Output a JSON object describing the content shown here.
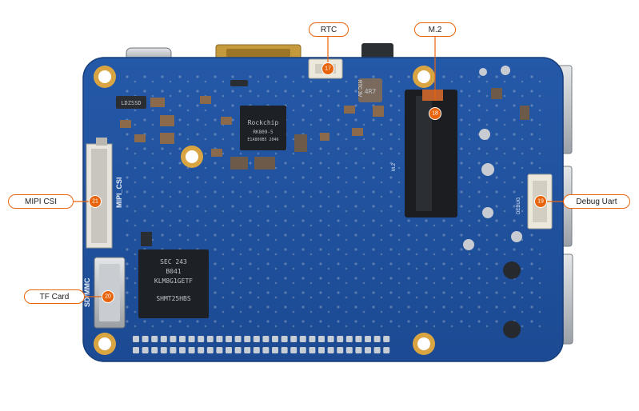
{
  "callouts": {
    "rtc": {
      "label": "RTC",
      "number": "17"
    },
    "m2": {
      "label": "M.2",
      "number": "18"
    },
    "mipi": {
      "label": "MIPI CSI",
      "number": "21"
    },
    "debug": {
      "label": "Debug Uart",
      "number": "19"
    },
    "tf": {
      "label": "TF Card",
      "number": "20"
    }
  },
  "board_text": {
    "sd_mmc": "SD/MMC",
    "mipi_csi": "MIPI_CSI",
    "rtc_3v": "RTC 3V",
    "m2": "M.2",
    "inductor": "4R7",
    "small_chip": "LDZSSD",
    "debug": "DEBUG",
    "soc_brand": "Rockchip",
    "soc_model": "RK809-5",
    "soc_code": "E1A809B5 2046",
    "emmc_lines": [
      "SEC 243",
      "B041",
      "KLM8G1GETF",
      "SHMT25HBS"
    ]
  },
  "colors": {
    "board": "#1e4f9a",
    "accent": "#e8640c",
    "pad": "#d9a542"
  }
}
